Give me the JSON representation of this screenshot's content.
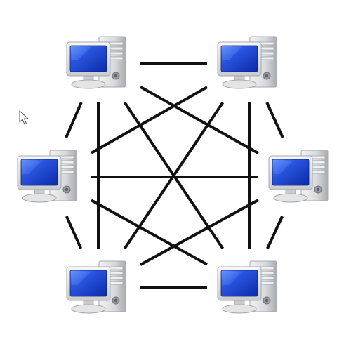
{
  "diagram": {
    "type": "full-mesh-network",
    "nodes": [
      {
        "id": "top-left",
        "icon": "desktop-computer-icon"
      },
      {
        "id": "top-right",
        "icon": "desktop-computer-icon"
      },
      {
        "id": "middle-left",
        "icon": "desktop-computer-icon"
      },
      {
        "id": "middle-right",
        "icon": "desktop-computer-icon"
      },
      {
        "id": "bottom-left",
        "icon": "desktop-computer-icon"
      },
      {
        "id": "bottom-right",
        "icon": "desktop-computer-icon"
      }
    ],
    "edges": [
      [
        "top-left",
        "top-right"
      ],
      [
        "top-left",
        "middle-left"
      ],
      [
        "top-left",
        "middle-right"
      ],
      [
        "top-left",
        "bottom-left"
      ],
      [
        "top-left",
        "bottom-right"
      ],
      [
        "top-right",
        "middle-left"
      ],
      [
        "top-right",
        "middle-right"
      ],
      [
        "top-right",
        "bottom-left"
      ],
      [
        "top-right",
        "bottom-right"
      ],
      [
        "middle-left",
        "middle-right"
      ],
      [
        "middle-left",
        "bottom-left"
      ],
      [
        "middle-left",
        "bottom-right"
      ],
      [
        "middle-right",
        "bottom-left"
      ],
      [
        "middle-right",
        "bottom-right"
      ],
      [
        "bottom-left",
        "bottom-right"
      ]
    ],
    "cursor_icon": "mouse-pointer-icon"
  },
  "colors": {
    "background": "#ffffff",
    "line": "#111111",
    "screen_blue": "#1d3fd0",
    "screen_highlight": "#5b8af5",
    "case": "#d9dadc",
    "case_shadow": "#a7a9ad",
    "monitor_frame": "#e9eaec"
  }
}
